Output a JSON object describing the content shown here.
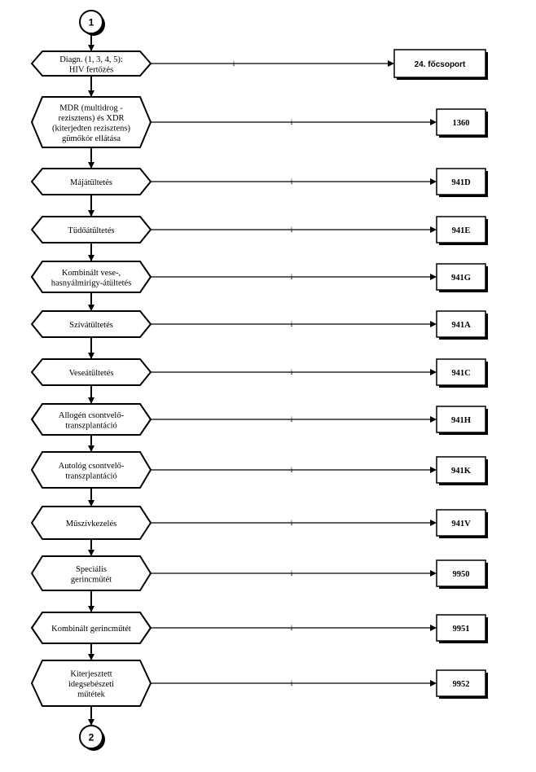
{
  "connectors": {
    "start": "1",
    "end": "2"
  },
  "yes_label": "i",
  "steps": [
    {
      "lines": [
        "Diagn. (1, 3, 4, 5):",
        "HIV fertőzés"
      ],
      "target": "24. főcsoport"
    },
    {
      "lines": [
        "MDR (multidrog -",
        "rezisztens) és XDR",
        "(kiterjedten rezisztens)",
        "gümőkór ellátása"
      ],
      "target": "1360"
    },
    {
      "lines": [
        "Májátültetés"
      ],
      "target": "941D"
    },
    {
      "lines": [
        "Tüdőátültetés"
      ],
      "target": "941E"
    },
    {
      "lines": [
        "Kombinált vese-,",
        "hasnyálmirigy-átültetés"
      ],
      "target": "941G"
    },
    {
      "lines": [
        "Szívátültetés"
      ],
      "target": "941A"
    },
    {
      "lines": [
        "Veseátültetés"
      ],
      "target": "941C"
    },
    {
      "lines": [
        "Allogén csontvelő-",
        "transzplantáció"
      ],
      "target": "941H"
    },
    {
      "lines": [
        "Autológ csontvelő-",
        "transzplantáció"
      ],
      "target": "941K"
    },
    {
      "lines": [
        "Műszívkezelés"
      ],
      "target": "941V"
    },
    {
      "lines": [
        "Speciális",
        "gerincműtét"
      ],
      "target": "9950"
    },
    {
      "lines": [
        "Kombinált gerincműtét"
      ],
      "target": "9951"
    },
    {
      "lines": [
        "Kiterjesztett",
        "idegsebészeti",
        "műtétek"
      ],
      "target": "9952"
    }
  ]
}
